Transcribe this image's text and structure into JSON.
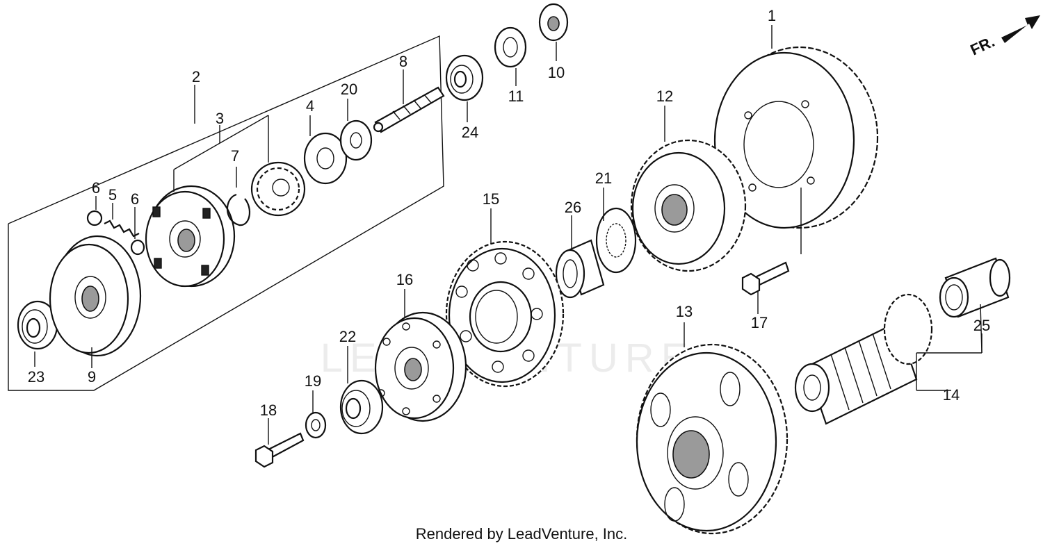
{
  "orientation_label": "FR.",
  "credit": "Rendered by LeadVenture, Inc.",
  "watermark": "LEADVENTURE",
  "callouts": {
    "c1": "1",
    "c2": "2",
    "c3": "3",
    "c4": "4",
    "c5": "5",
    "c6a": "6",
    "c6b": "6",
    "c7": "7",
    "c8": "8",
    "c9": "9",
    "c10": "10",
    "c11": "11",
    "c12": "12",
    "c13": "13",
    "c14": "14",
    "c15": "15",
    "c16": "16",
    "c17": "17",
    "c18": "18",
    "c19": "19",
    "c20": "20",
    "c21": "21",
    "c22": "22",
    "c23": "23",
    "c24": "24",
    "c25": "25",
    "c26": "26"
  },
  "palette": {
    "ink": "#111111",
    "paper": "#ffffff",
    "shade": "#9a9a9a"
  }
}
